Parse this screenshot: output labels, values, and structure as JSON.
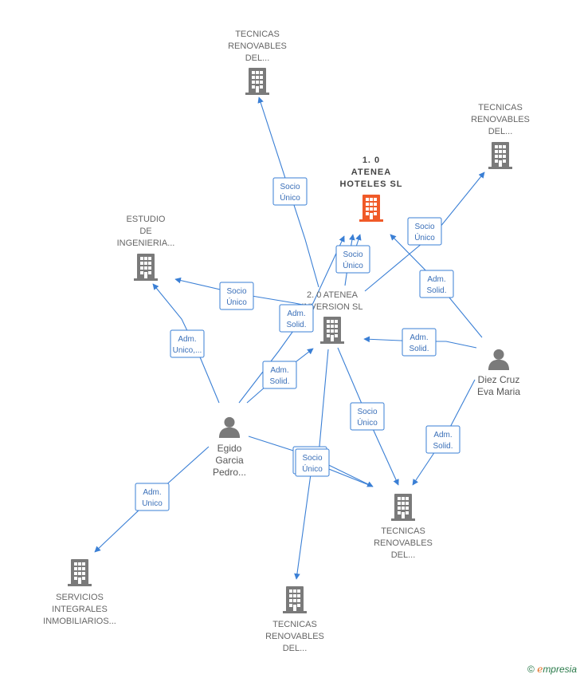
{
  "colors": {
    "edge": "#3a7fd5",
    "company": "#7a7a7a",
    "main_company": "#f05a28",
    "person": "#7a7a7a"
  },
  "nodes": [
    {
      "id": "tr_top",
      "type": "company",
      "label": [
        "TECNICAS",
        "RENOVABLES",
        "DEL..."
      ],
      "icon": "building-icon"
    },
    {
      "id": "tr_right",
      "type": "company",
      "label": [
        "TECNICAS",
        "RENOVABLES",
        "DEL..."
      ],
      "icon": "building-icon"
    },
    {
      "id": "atenea_hoteles",
      "type": "main",
      "label": [
        "1. 0",
        "ATENEA",
        "HOTELES  SL"
      ],
      "icon": "building-icon"
    },
    {
      "id": "estudio",
      "type": "company",
      "label": [
        "ESTUDIO",
        "DE",
        "INGENIERIA..."
      ],
      "icon": "building-icon"
    },
    {
      "id": "atenea_inversion",
      "type": "company",
      "label": [
        "2. 0 ATENEA",
        "INVERSION  SL"
      ],
      "icon": "building-icon"
    },
    {
      "id": "diez",
      "type": "person",
      "label": [
        "Diez Cruz",
        "Eva Maria"
      ],
      "icon": "person-icon"
    },
    {
      "id": "egido",
      "type": "person",
      "label": [
        "Egido",
        "Garcia",
        "Pedro..."
      ],
      "icon": "person-icon"
    },
    {
      "id": "tr_bottom_right",
      "type": "company",
      "label": [
        "TECNICAS",
        "RENOVABLES",
        "DEL..."
      ],
      "icon": "building-icon"
    },
    {
      "id": "servicios",
      "type": "company",
      "label": [
        "SERVICIOS",
        "INTEGRALES",
        "INMOBILIARIOS..."
      ],
      "icon": "building-icon"
    },
    {
      "id": "tr_bottom",
      "type": "company",
      "label": [
        "TECNICAS",
        "RENOVABLES",
        "DEL..."
      ],
      "icon": "building-icon"
    }
  ],
  "relations": [
    {
      "id": "r1",
      "lines": [
        "Socio",
        "Único"
      ]
    },
    {
      "id": "r2",
      "lines": [
        "Socio",
        "Único"
      ]
    },
    {
      "id": "r3",
      "lines": [
        "Socio",
        "Único"
      ]
    },
    {
      "id": "r4",
      "lines": [
        "Adm.",
        "Solid."
      ]
    },
    {
      "id": "r5",
      "lines": [
        "Socio",
        "Único"
      ]
    },
    {
      "id": "r6",
      "lines": [
        "Adm.",
        "Solid."
      ]
    },
    {
      "id": "r7",
      "lines": [
        "Adm.",
        "Unico,..."
      ]
    },
    {
      "id": "r8",
      "lines": [
        "Adm.",
        "Solid."
      ]
    },
    {
      "id": "r9",
      "lines": [
        "Adm.",
        "Solid."
      ]
    },
    {
      "id": "r10",
      "lines": [
        "Socio",
        "Único"
      ]
    },
    {
      "id": "r11",
      "lines": [
        "Adm.",
        "Solid."
      ]
    },
    {
      "id": "r12",
      "lines": [
        "Socio",
        "Único"
      ]
    },
    {
      "id": "r13",
      "lines": [
        "Adm.",
        "Unico"
      ]
    }
  ],
  "footer": {
    "copyright": "©",
    "brand_initial": "e",
    "brand_rest": "mpresia"
  }
}
